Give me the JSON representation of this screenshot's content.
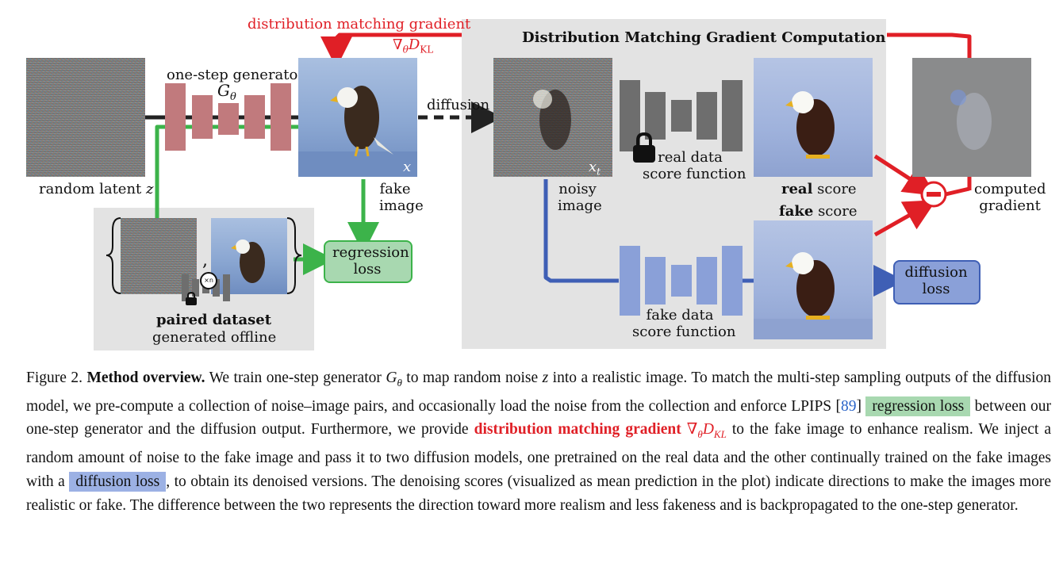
{
  "labels": {
    "dmg_top": "distribution matching gradient",
    "nabla": "∇",
    "theta": "θ",
    "D": "D",
    "KL": "KL",
    "box_title": "Distribution Matching Gradient Computation",
    "one_step_generator": "one-step generator",
    "G": "G",
    "random_latent": "random latent",
    "z": "z",
    "diffusion": "diffusion",
    "x": "x",
    "xt_x": "x",
    "xt_t": "t",
    "fake_image_1": "fake",
    "fake_image_2": "image",
    "noisy_1": "noisy",
    "noisy_2": "image",
    "real_score_fn_1": "real data",
    "real_score_fn_2": "score function",
    "real_score_b": "real",
    "real_score_rest": " score",
    "fake_score_b": "fake",
    "fake_score_rest": " score",
    "fake_score_fn_1": "fake data",
    "fake_score_fn_2": "score function",
    "computed_1": "computed",
    "computed_2": "gradient",
    "regression_1": "regression",
    "regression_2": "loss",
    "diffusion_loss_1": "diffusion",
    "diffusion_loss_2": "loss",
    "paired_dataset": "paired dataset",
    "generated_offline": "generated offline",
    "comma": ",",
    "xn": "×n"
  },
  "caption": {
    "fig": "Figure 2.",
    "title": "Method overview.",
    "p1": " We train one-step generator ",
    "G": "G",
    "theta": "θ",
    "p2": " to map random noise ",
    "z": "z",
    "p3": " into a realistic image. To match the multi-step sampling outputs of the diffusion model, we pre-compute a collection of noise–image pairs, and occasionally load the noise from the collection and enforce LPIPS [",
    "cite": "89",
    "p4": "] ",
    "hl_regression": "regression loss",
    "p5": " between our one-step generator and the diffusion output. Furthermore, we provide ",
    "dmg": "distribution matching gradient",
    "nabla": " ∇",
    "theta2": "θ",
    "D": "D",
    "KL": "KL",
    "p6": " to the fake image to enhance realism. We inject a random amount of noise to the fake image and pass it to two diffusion models, one pretrained on the real data and the other continually trained on the fake images with a ",
    "hl_diffusion": "diffusion loss",
    "p7": ", to obtain its denoised versions. The denoising scores (visualized as mean prediction in the plot) indicate directions to make the images more realistic or fake. The difference between the two represents the direction toward more realism and less fakeness and is backpropagated to the one-step generator."
  },
  "colors": {
    "red": "#e01f26",
    "green": "#3cb34a",
    "blue": "#3f5fb5",
    "generator": "#c17a7d",
    "real_net": "#6e6e6e",
    "fake_net": "#8aa0d8",
    "panel": "#e3e3e3"
  }
}
